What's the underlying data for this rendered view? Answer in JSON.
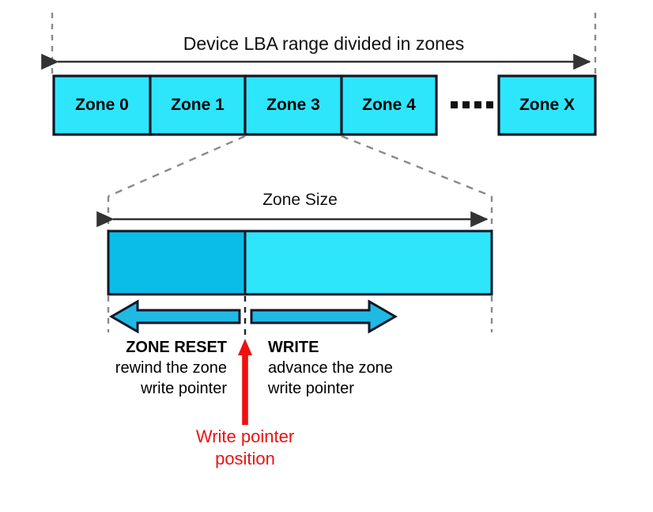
{
  "figure": {
    "background_color": "#ffffff",
    "title_top": "Device LBA range divided in zones",
    "title_zone": "Zone Size"
  },
  "colors": {
    "zone_fill": "#2de6fc",
    "written_fill": "#0abde8",
    "arrow_fill": "#1fb9e4",
    "outline": "#111827",
    "dashed_guide": "#8a8a8a",
    "pointer_red": "#ee1111",
    "text": "#000000"
  },
  "lba_row": {
    "zones": [
      {
        "label": "Zone 0"
      },
      {
        "label": "Zone 1"
      },
      {
        "label": "Zone 3"
      },
      {
        "label": "Zone 4"
      }
    ],
    "ellipsis_dots": 4,
    "last_zone": {
      "label": "Zone X"
    }
  },
  "zone_detail": {
    "written_fraction": 0.357,
    "segments": [
      {
        "name": "written-region",
        "fill": "#0abde8"
      },
      {
        "name": "unwritten-region",
        "fill": "#2de6fc"
      }
    ]
  },
  "operations": {
    "left": {
      "name": "ZONE RESET",
      "description_line1": "rewind the zone",
      "description_line2": "write pointer",
      "direction": "left"
    },
    "right": {
      "name": "WRITE",
      "description_line1": "advance the zone",
      "description_line2": "write pointer",
      "direction": "right"
    }
  },
  "write_pointer": {
    "label_line1": "Write pointer",
    "label_line2": "position",
    "color": "#ee1111"
  }
}
